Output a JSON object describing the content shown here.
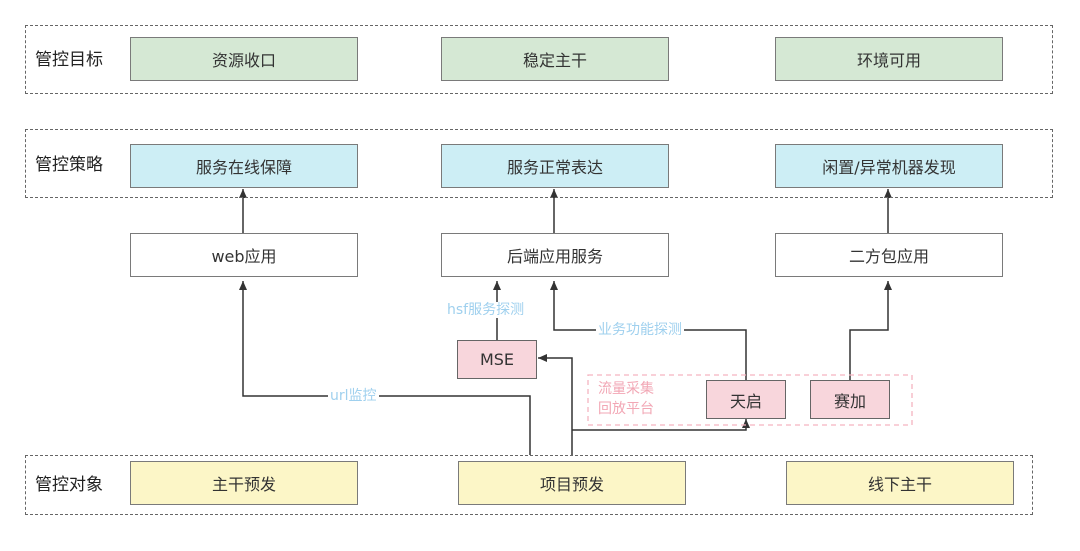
{
  "rows": {
    "goal": {
      "label": "管控目标",
      "items": [
        "资源收口",
        "稳定主干",
        "环境可用"
      ]
    },
    "strategy": {
      "label": "管控策略",
      "items": [
        "服务在线保障",
        "服务正常表达",
        "闲置/异常机器发现"
      ]
    },
    "object": {
      "label": "管控对象",
      "items": [
        "主干预发",
        "项目预发",
        "线下主干"
      ]
    }
  },
  "apps": [
    "web应用",
    "后端应用服务",
    "二方包应用"
  ],
  "tools": {
    "mse": "MSE",
    "tianqi": "天启",
    "saijia": "赛加"
  },
  "traffic_group": {
    "line1": "流量采集",
    "line2": "回放平台"
  },
  "edge_labels": {
    "url": "url监控",
    "hsf": "hsf服务探测",
    "biz": "业务功能探测"
  },
  "colors": {
    "goal": "#d5e8d4",
    "strategy": "#cdeef5",
    "object": "#fcf6c7",
    "tool": "#f8d6dc",
    "edge_label": "#9fd0ee",
    "traffic": "#f2a7b5"
  }
}
